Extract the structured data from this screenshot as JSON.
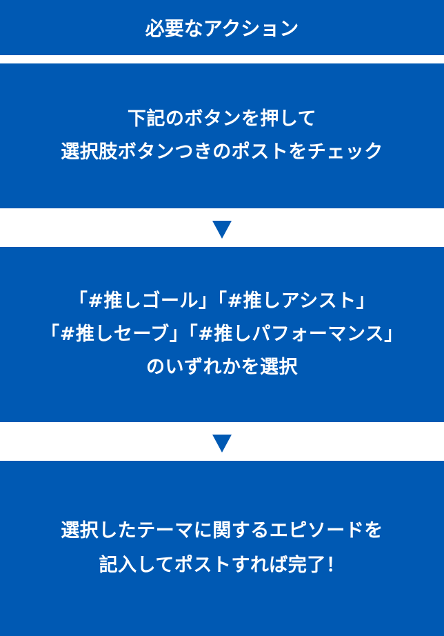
{
  "header": {
    "title": "必要なアクション"
  },
  "steps": [
    {
      "lines": [
        "下記のボタンを押して",
        "選択肢ボタンつきのポストをチェック"
      ]
    },
    {
      "lines": [
        "「#推しゴール」「#推しアシスト」",
        "「#推しセーブ」「#推しパフォーマンス」",
        "のいずれかを選択"
      ]
    },
    {
      "lines": [
        "選択したテーマに関するエピソードを",
        "記入してポストすれば完了！"
      ]
    }
  ],
  "colors": {
    "brand": "#0059b3"
  }
}
